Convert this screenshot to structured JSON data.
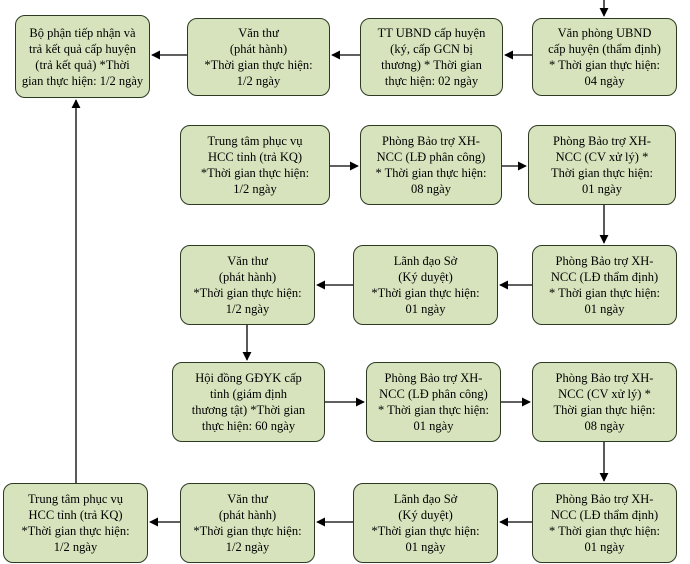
{
  "boxes": {
    "b_tiep_nhan": "Bộ phận tiếp nhận và\ntrả kết quả cấp huyện\n(trả kết quả) *Thời\ngian thực hiện: 1/2 ngày",
    "b_van_thu_1": "Văn thư\n(phát hành)\n*Thời gian thực hiện:\n1/2 ngày",
    "b_tt_ubnd": "TT UBND cấp huyện\n(ký, cấp GCN bị\nthương) * Thời gian\nthực hiện: 02  ngày",
    "b_vp_ubnd": "Văn phòng UBND\ncấp huyện (thẩm định)\n* Thời gian thực hiện:\n04  ngày",
    "b_ttpv_1": "Trung tâm phục vụ\nHCC tỉnh (trả KQ)\n*Thời gian thực hiện:\n1/2 ngày",
    "b_pbt_pc_1": "Phòng Bảo trợ XH-\nNCC (LĐ phân công)\n* Thời gian thực hiện:\n08 ngày",
    "b_pbt_cv_1": "Phòng Bảo trợ XH-\nNCC (CV xử lý) *\nThời gian thực hiện:\n01 ngày",
    "b_van_thu_2": "Văn thư\n(phát hành)\n*Thời gian thực hiện:\n1/2 ngày",
    "b_lanh_dao_1": "Lãnh đạo Sở\n(Ký duyệt)\n*Thời gian thực hiện:\n01 ngày",
    "b_pbt_td_1": "Phòng Bảo trợ XH-\nNCC (LĐ thẩm định)\n* Thời gian thực hiện:\n01 ngày",
    "b_hoi_dong": "Hội đồng GĐYK cấp\ntỉnh (giám định\nthương tật) *Thời gian\nthực hiện: 60 ngày",
    "b_pbt_pc_2": "Phòng Bảo trợ XH-\nNCC (LĐ phân công)\n* Thời gian thực hiện:\n01 ngày",
    "b_pbt_cv_2": "Phòng Bảo trợ XH-\nNCC (CV xử lý) *\nThời gian thực hiện:\n08 ngày",
    "b_ttpv_2": "Trung tâm phục vụ\nHCC tỉnh (trả KQ)\n*Thời gian thực hiện:\n1/2 ngày",
    "b_van_thu_3": "Văn thư\n(phát hành)\n*Thời gian thực hiện:\n1/2 ngày",
    "b_lanh_dao_2": "Lãnh đạo Sở\n(Ký duyệt)\n*Thời gian thực hiện:\n01 ngày",
    "b_pbt_td_2": "Phòng Bảo trợ XH-\nNCC (LĐ thẩm định)\n* Thời gian thực hiện:\n01 ngày"
  },
  "colors": {
    "box_fill": "#d6e3bc",
    "box_border": "#2d3a22",
    "arrow": "#000000"
  }
}
